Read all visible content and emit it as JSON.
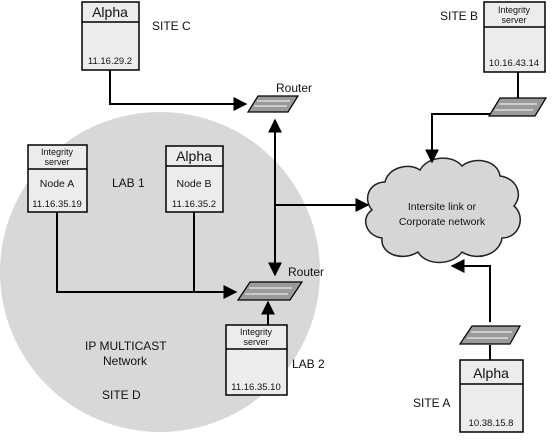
{
  "sites": {
    "site_c": "SITE C",
    "site_b": "SITE B",
    "site_d": "SITE D",
    "site_a": "SITE A"
  },
  "labs": {
    "lab1": "LAB 1",
    "lab2": "LAB 2"
  },
  "network": {
    "multicast_line1": "IP MULTICAST",
    "multicast_line2": "Network",
    "cloud_line1": "Intersite link or",
    "cloud_line2": "Corporate network"
  },
  "routers": {
    "top": "Router",
    "center": "Router"
  },
  "nodes": {
    "site_c": {
      "title": "Alpha",
      "ip": "11.16.29.2"
    },
    "site_b": {
      "title_line1": "Integrity",
      "title_line2": "server",
      "ip": "10.16.43.14"
    },
    "node_a": {
      "title_line1": "Integrity",
      "title_line2": "server",
      "label": "Node A",
      "ip": "11.16.35.19"
    },
    "node_b": {
      "title": "Alpha",
      "label": "Node B",
      "ip": "11.16.35.2"
    },
    "lab2": {
      "title_line1": "Integrity",
      "title_line2": "server",
      "ip": "11.16.35.10"
    },
    "site_a": {
      "title": "Alpha",
      "ip": "10.38.15.8"
    }
  },
  "colors": {
    "multicast_circle": "#d8d8d8",
    "cloud": "#d6d6d6",
    "box": "#ececec",
    "router": "#9a9a9a"
  }
}
